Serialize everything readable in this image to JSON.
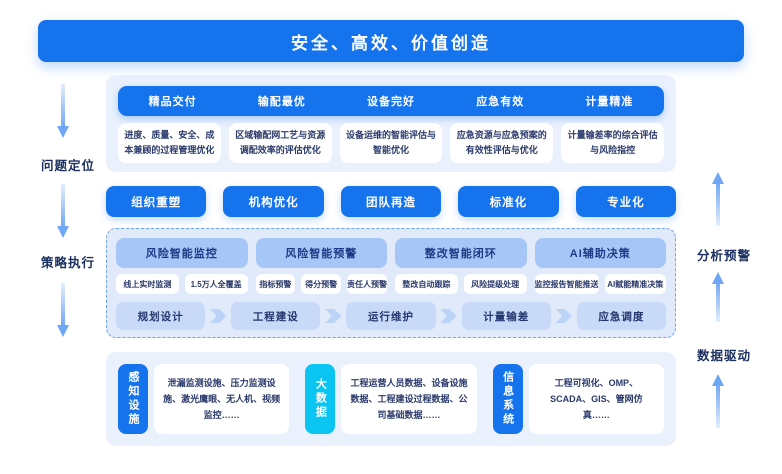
{
  "banner": {
    "title": "安全、高效、价值创造"
  },
  "side": {
    "left": [
      {
        "label": "问题定位"
      },
      {
        "label": "策略执行"
      }
    ],
    "right": [
      {
        "label": "分析预警"
      },
      {
        "label": "数据驱动"
      }
    ]
  },
  "goals": {
    "headers": [
      "精品交付",
      "输配最优",
      "设备完好",
      "应急有效",
      "计量精准"
    ],
    "cards": [
      "进度、质量、安全、成本兼顾的过程管理优化",
      "区域输配网工艺与资源调配效率的评估优化",
      "设备运维的智能评估与智能优化",
      "应急资源与应急预案的有效性评估与优化",
      "计量输差率的综合评估与风险指控"
    ]
  },
  "strategy": {
    "buttons": [
      "组织重塑",
      "机构优化",
      "团队再造",
      "标准化",
      "专业化"
    ]
  },
  "analysis": {
    "modules": [
      "风险智能监控",
      "风险智能预警",
      "整改智能闭环",
      "AI辅助决策"
    ],
    "tags": [
      [
        "线上实时监测",
        "1.5万人全覆盖"
      ],
      [
        "指标预警",
        "得分预警",
        "责任人预警"
      ],
      [
        "整改自动跟踪",
        "风险提级处理"
      ],
      [
        "监控报告智能推送",
        "AI赋能精准决策"
      ]
    ],
    "workflow": [
      "规划设计",
      "工程建设",
      "运行维护",
      "计量输差",
      "应急调度"
    ]
  },
  "data_layer": {
    "groups": [
      {
        "label": "感知设施",
        "text": "泄漏监测设施、压力监测设施、激光鹰眼、无人机、视频监控……",
        "color": "#1673EE"
      },
      {
        "label": "大数据",
        "text": "工程运营人员数据、设备设施数据、工程建设过程数据、公司基础数据……",
        "color": "#0AC4F2"
      },
      {
        "label": "信息系统",
        "text": "工程可视化、OMP、SCADA、GIS、管网仿真……",
        "color": "#1673EE"
      }
    ]
  },
  "colors": {
    "primary_blue": "#1673EE",
    "module_blue": "#A6C6F7",
    "workflow_blue": "#C9DAF9",
    "panel_light": "#EAF1FC",
    "dashed_panel_bg": "#E0EAFB",
    "dashed_border": "#6FA3F5",
    "cyan": "#0AC4F2",
    "navy_text": "#22376E"
  }
}
